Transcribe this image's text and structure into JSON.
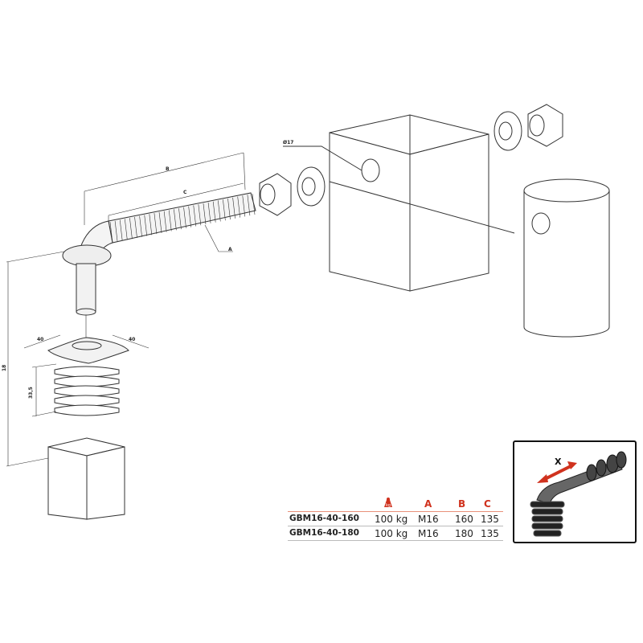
{
  "dimensions": {
    "B": "B",
    "C": "C",
    "A": "A",
    "hole": "Ø17",
    "plate_w1": "40",
    "plate_w2": "40",
    "insert_h": "33,5",
    "total": "18"
  },
  "table": {
    "headers": {
      "load_icon": "weight-kg-icon",
      "load_icon_text": "kg",
      "A": "A",
      "B": "B",
      "C": "C"
    },
    "rows": [
      {
        "code": "GBM16-40-160",
        "load": "100 kg",
        "A": "M16",
        "B": "160",
        "C": "135"
      },
      {
        "code": "GBM16-40-180",
        "load": "100 kg",
        "A": "M16",
        "B": "180",
        "C": "135"
      }
    ]
  },
  "inset": {
    "label": "X"
  },
  "colors": {
    "accent": "#d0321e",
    "line": "#333333"
  }
}
